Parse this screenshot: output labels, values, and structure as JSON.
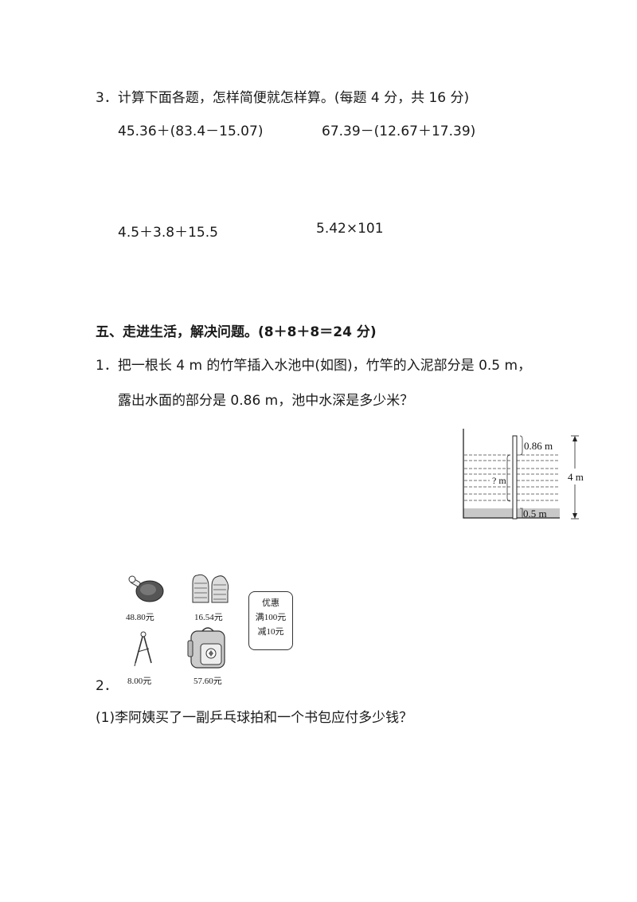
{
  "section3": {
    "heading": "3．计算下面各题，怎样简便就怎样算。(每题 4 分，共 16 分)",
    "expr1": "45.36＋(83.4－15.07)",
    "expr2": "67.39－(12.67＋17.39)",
    "expr3": "4.5＋3.8＋15.5",
    "expr4": "5.42×101"
  },
  "section5": {
    "heading": "五、走进生活，解决问题。(8＋8＋8＝24 分)",
    "q1_line1": "1．把一根长 4 m 的竹竿插入水池中(如图)，竹竿的入泥部分是 0.5 m，",
    "q1_line2": "露出水面的部分是 0.86 m，池中水深是多少米？",
    "fig1": {
      "top_label": "0.86 m",
      "middle_label": "? m",
      "right_label": "4 m",
      "bottom_label": "0.5 m"
    },
    "q2_number": "2．",
    "items": [
      {
        "price": "48.80元",
        "icon": "ping-pong-paddle-icon"
      },
      {
        "price": "16.54元",
        "icon": "gloves-icon"
      },
      {
        "price": "8.00元",
        "icon": "compass-icon"
      },
      {
        "price": "57.60元",
        "icon": "backpack-icon"
      }
    ],
    "promo": {
      "line1": "优惠",
      "line2": "满100元",
      "line3": "减10元"
    },
    "q2_sub1": "(1)李阿姨买了一副乒乓球拍和一个书包应付多少钱？"
  }
}
